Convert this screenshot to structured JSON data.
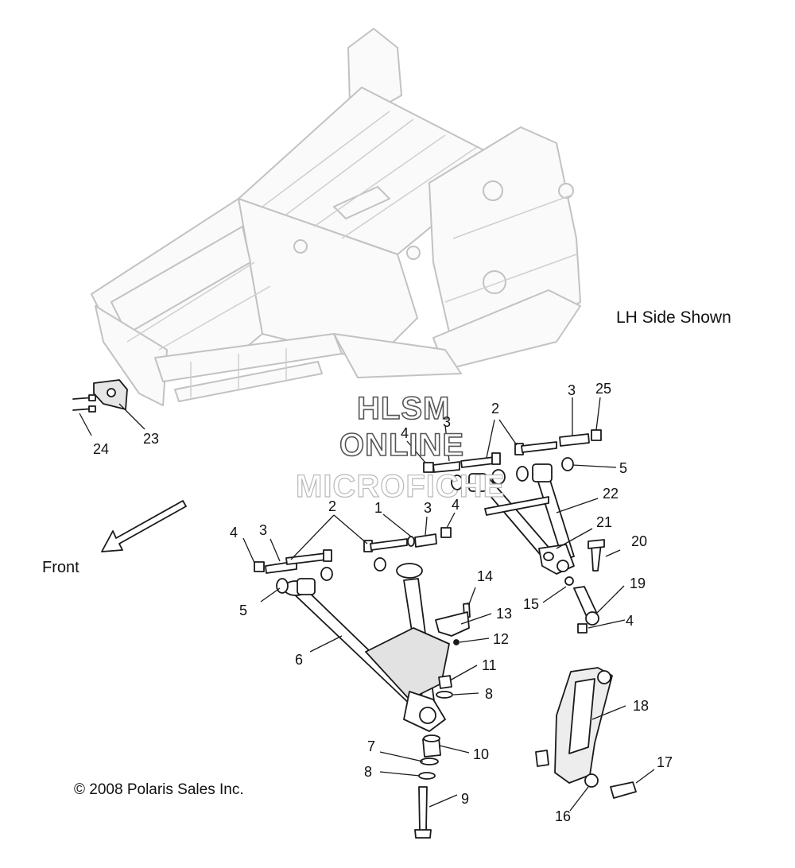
{
  "notes": {
    "side": "LH Side Shown",
    "front": "Front",
    "copyright": "© 2008 Polaris Sales Inc."
  },
  "watermark": [
    "HLSM",
    "ONLINE",
    "MICROFICHE"
  ],
  "callouts": {
    "c1": "1",
    "c2a": "2",
    "c2b": "2",
    "c3a": "3",
    "c3b": "3",
    "c3c": "3",
    "c3d": "3",
    "c4a": "4",
    "c4b": "4",
    "c4c": "4",
    "c4d": "4",
    "c5a": "5",
    "c5b": "5",
    "c6": "6",
    "c7": "7",
    "c8a": "8",
    "c8b": "8",
    "c9": "9",
    "c10": "10",
    "c11": "11",
    "c12": "12",
    "c13": "13",
    "c14": "14",
    "c15": "15",
    "c16": "16",
    "c17": "17",
    "c18": "18",
    "c19": "19",
    "c20": "20",
    "c21": "21",
    "c22": "22",
    "c23": "23",
    "c24": "24",
    "c25": "25"
  },
  "colors": {
    "frame": "#c8c8c8",
    "parts": "#1a1a1a"
  }
}
